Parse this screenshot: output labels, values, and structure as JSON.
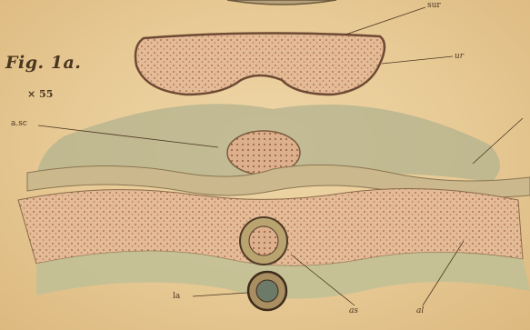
{
  "figure": {
    "title": "Fig. 1a.",
    "magnification": "× 55"
  },
  "labels": {
    "top": "sur",
    "upper_right": "ur",
    "left": "a.sc",
    "bottom_left": "la",
    "bottom_mid": "as",
    "bottom_right": "al"
  },
  "colors": {
    "paper": "#e9cd9b",
    "tissue_pink": "#e2b792",
    "cell_dots": "#9c5a3a",
    "green_membrane": "#a9ae84",
    "ink": "#4a3620"
  }
}
